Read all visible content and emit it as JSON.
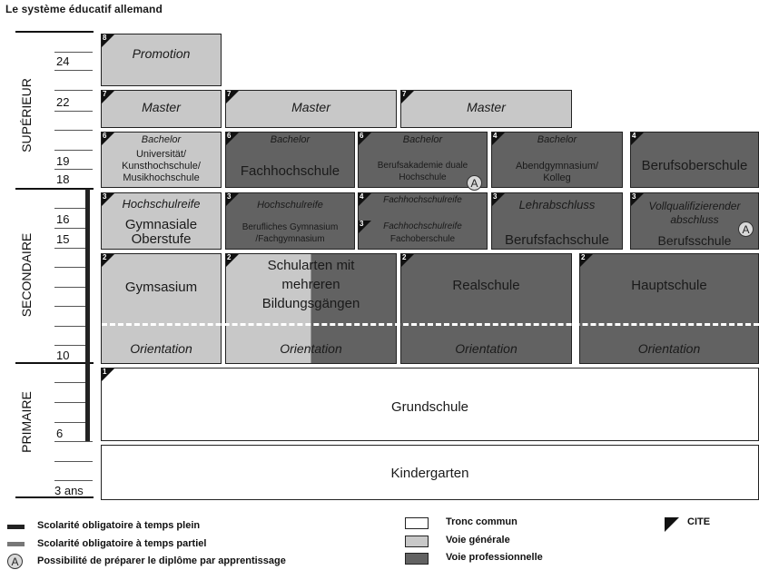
{
  "title": "Le système éducatif allemand",
  "sections": {
    "superieur": "SUPÉRIEUR",
    "secondaire": "SECONDAIRE",
    "primaire": "PRIMAIRE"
  },
  "ages": {
    "a24": "24",
    "a22": "22",
    "a19": "19",
    "a18": "18",
    "a16": "16",
    "a15": "15",
    "a10": "10",
    "a6": "6",
    "a3": "3 ans"
  },
  "colors": {
    "general": "#c8c8c8",
    "professionnel": "#626262",
    "tronc": "#ffffff"
  },
  "boxes": {
    "promotion": {
      "cite": "8",
      "label": "Promotion"
    },
    "master1": {
      "cite": "7",
      "label": "Master"
    },
    "master2": {
      "cite": "7",
      "label": "Master"
    },
    "master3": {
      "cite": "7",
      "label": "Master"
    },
    "uni": {
      "cite": "6",
      "top": "Bachelor",
      "l1": "Universität/",
      "l2": "Kunsthochschule/",
      "l3": "Musikhochschule"
    },
    "fh": {
      "cite": "6",
      "top": "Bachelor",
      "main": "Fachhochschule"
    },
    "ba": {
      "cite": "6",
      "top": "Bachelor",
      "l1": "Berufsakademie duale",
      "l2": "Hochschule",
      "badge": "A"
    },
    "abend": {
      "cite": "4",
      "top": "Bachelor",
      "l1": "Abendgymnasium/",
      "l2": "Kolleg"
    },
    "bos": {
      "cite": "4",
      "main": "Berufsoberschule"
    },
    "gymo": {
      "cite": "3",
      "top": "Hochschulreife",
      "l1": "Gymnasiale",
      "l2": "Oberstufe"
    },
    "bgym": {
      "cite": "3",
      "top": "Hochschulreife",
      "l1": "Berufliches Gymnasium",
      "l2": "/Fachgymnasium"
    },
    "fos": {
      "cite_a": "4",
      "top": "Fachhochschulreife",
      "cite_b": "3",
      "mid": "Fachhochschulreife",
      "bottom": "Fachoberschule"
    },
    "bfs": {
      "cite": "3",
      "top": "Lehrabschluss",
      "main": "Berufsfachschule"
    },
    "bs": {
      "cite": "3",
      "top1": "Vollqualifizierender",
      "top2": "abschluss",
      "main": "Berufsschule",
      "badge": "A"
    },
    "gym": {
      "cite": "2",
      "label": "Gymsasium",
      "orient": "Orientation"
    },
    "gesamt": {
      "cite": "2",
      "l1": "Schularten mit",
      "l2": "mehreren",
      "l3": "Bildungsgängen",
      "orient": "Orientation"
    },
    "real": {
      "cite": "2",
      "label": "Realschule",
      "orient": "Orientation"
    },
    "haupt": {
      "cite": "2",
      "label": "Hauptschule",
      "orient": "Orientation"
    },
    "grund": {
      "cite": "1",
      "label": "Grundschule"
    },
    "kinder": {
      "label": "Kindergarten"
    }
  },
  "legend": {
    "full_time": "Scolarité obligatoire à temps plein",
    "part_time": "Scolarité obligatoire à temps partiel",
    "apprentissage_badge": "A",
    "apprentissage": "Possibilité de préparer le diplôme par apprentissage",
    "tronc": "Tronc commun",
    "generale": "Voie générale",
    "professionnelle": "Voie professionnelle",
    "cite": "CITE"
  }
}
